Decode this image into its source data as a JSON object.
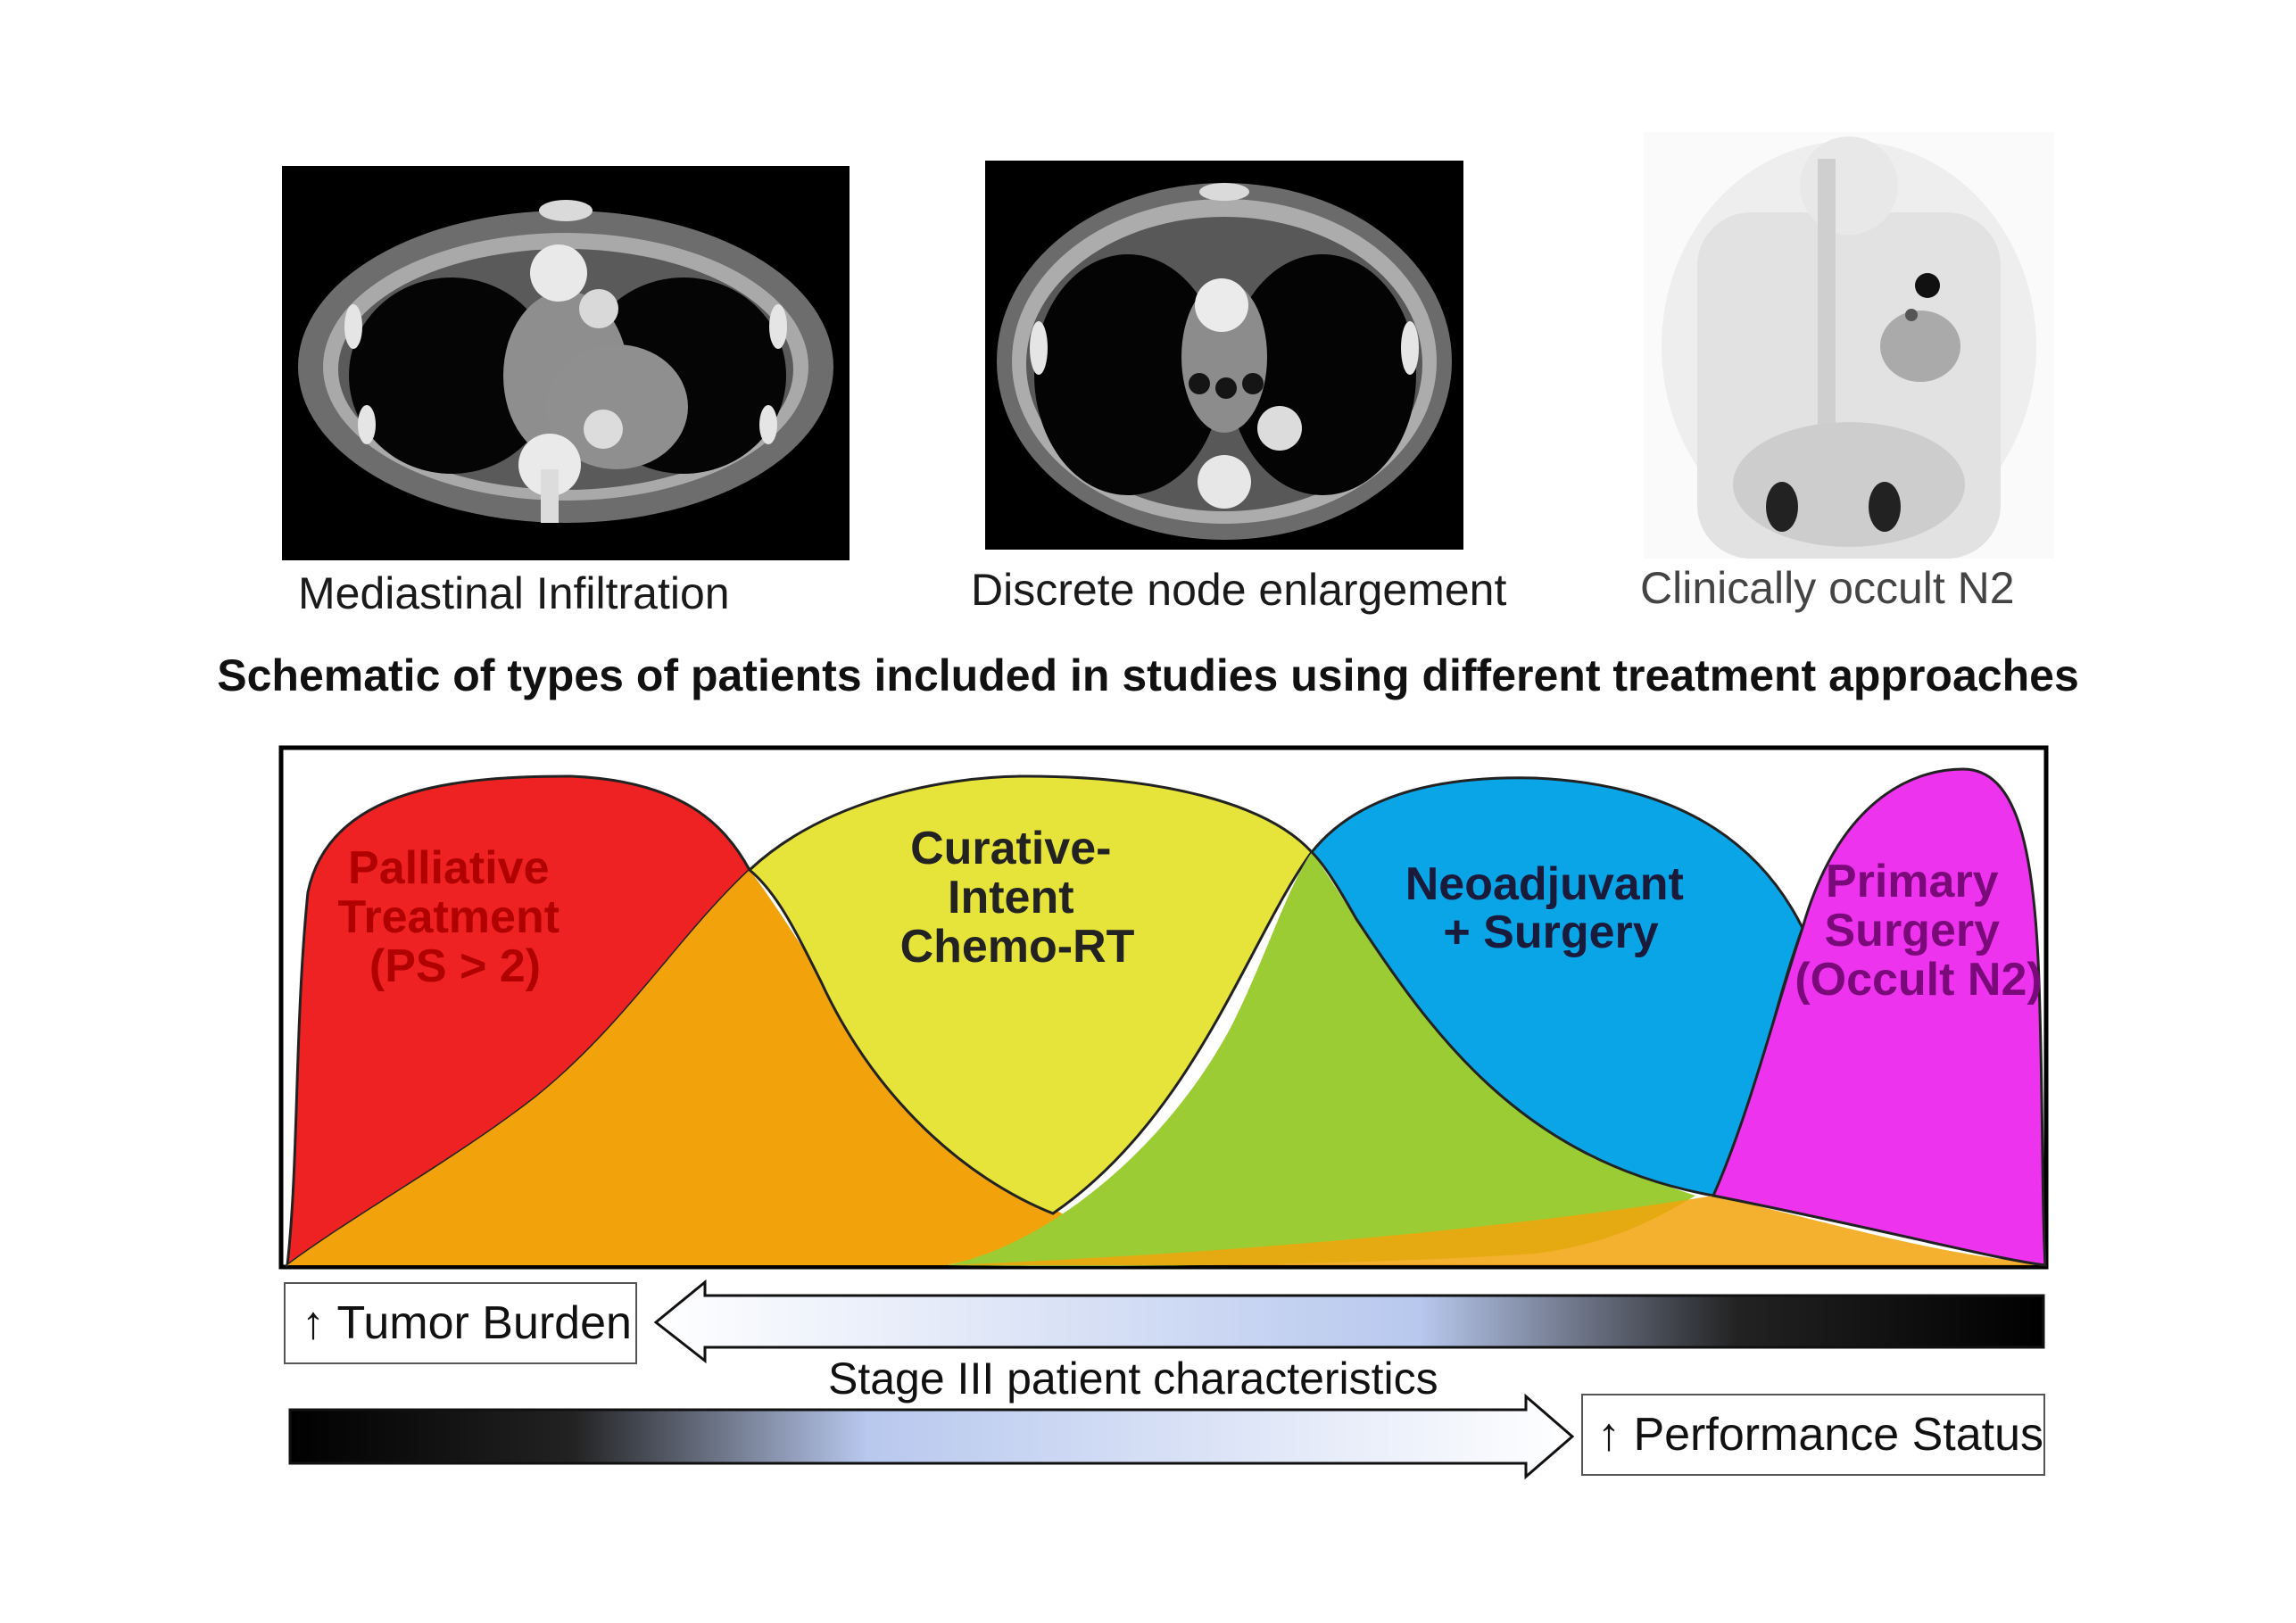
{
  "images": [
    {
      "caption": "Mediastinal  Infiltration",
      "icon": "ct-scan-axial-chest-icon"
    },
    {
      "caption": "Discrete node enlargement",
      "icon": "ct-scan-axial-chest-icon"
    },
    {
      "caption": "Clinically occult N2",
      "icon": "pet-scan-coronal-icon"
    }
  ],
  "heading": "Schematic of types of patients included in studies using different treatment approaches",
  "curves": [
    {
      "lines": [
        "Palliative",
        "Treatment",
        "(PS > 2)"
      ],
      "color": "#ee2222",
      "text_color": "#b00000"
    },
    {
      "lines": [
        "Curative-",
        "Intent",
        "Chemo-RT"
      ],
      "color": "#e6e43a",
      "text_color": "#222222"
    },
    {
      "lines": [
        "Neoadjuvant",
        "+ Surgery"
      ],
      "color": "#0aa5e6",
      "text_color": "#1a1a3a"
    },
    {
      "lines": [
        "Primary",
        "Surgery",
        "(Occult N2)"
      ],
      "color": "#ee33ee",
      "text_color": "#7a0a7a"
    }
  ],
  "tumor_burden": "↑ Tumor Burden",
  "performance_status": "↑ Performance Status",
  "axis_label": "Stage III patient characteristics"
}
